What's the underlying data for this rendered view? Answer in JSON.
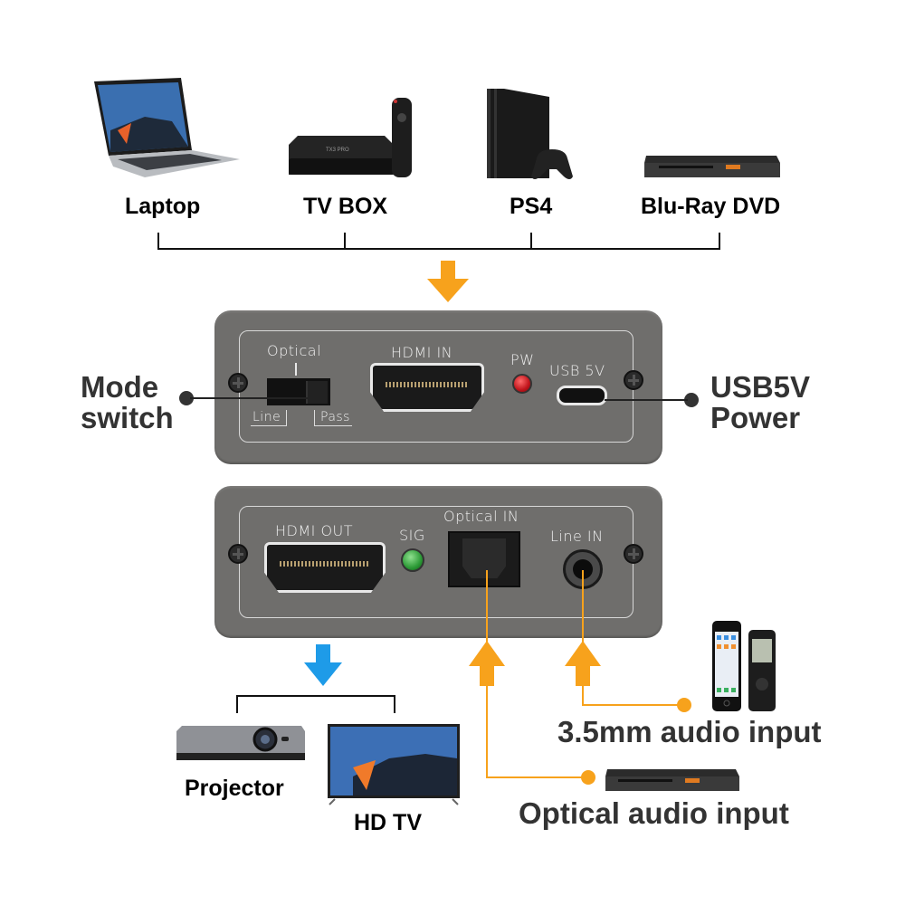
{
  "sources": [
    {
      "label": "Laptop",
      "icon": "laptop-icon"
    },
    {
      "label": "TV BOX",
      "icon": "tv-box-icon"
    },
    {
      "label": "PS4",
      "icon": "ps4-console-icon"
    },
    {
      "label": "Blu-Ray DVD",
      "icon": "bluray-player-icon"
    }
  ],
  "top_panel": {
    "switch_label_top": "Optical",
    "switch_label_left": "Line",
    "switch_label_right": "Pass",
    "hdmi_in_label": "HDMI IN",
    "led_label": "PW",
    "usb_label": "USB 5V"
  },
  "bottom_panel": {
    "hdmi_out_label": "HDMI OUT",
    "led_label": "SIG",
    "optical_label": "Optical IN",
    "line_label": "Line IN"
  },
  "callouts": {
    "mode_switch": [
      "Mode",
      "switch"
    ],
    "usb_power": [
      "USB5V",
      "Power"
    ]
  },
  "outputs": [
    {
      "label": "Projector",
      "icon": "projector-icon"
    },
    {
      "label": "HD TV",
      "icon": "hd-tv-icon"
    }
  ],
  "audio_inputs": {
    "analog": "3.5mm audio input",
    "optical": "Optical audio input"
  },
  "colors": {
    "flow_arrow_input": "#f7a21c",
    "flow_arrow_output": "#1e9be8",
    "panel": "#6f6e6c",
    "label_dark": "#333333"
  }
}
